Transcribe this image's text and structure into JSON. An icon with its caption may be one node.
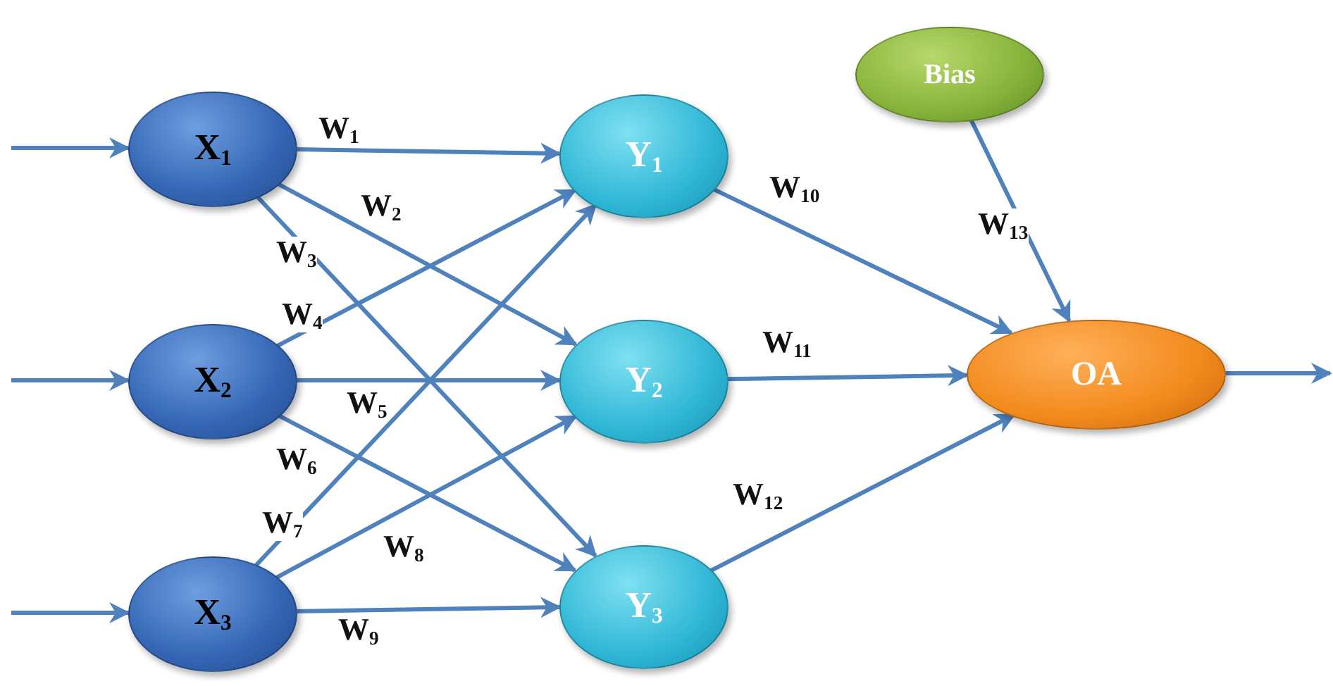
{
  "diagram": {
    "nodes": [
      {
        "text": [
          "X$_{1}$"
        ]
      },
      {
        "text": [
          "X$_{2}$"
        ]
      },
      {
        "text": [
          "X$_{3}$"
        ]
      },
      {
        "text": [
          "Y$_{1}$"
        ]
      },
      {
        "text": [
          "Y$_{2}$"
        ]
      },
      {
        "text": [
          "Y$_{3}$"
        ]
      },
      {
        "text": [
          "Bias"
        ]
      },
      {
        "text": [
          "OA"
        ]
      }
    ],
    "edges": [
      {
        "from": null,
        "to": 0,
        "arrow": "to"
      },
      {
        "from": null,
        "to": 1,
        "arrow": "to"
      },
      {
        "from": null,
        "to": 2,
        "arrow": "to"
      },
      {
        "from": 0,
        "to": 3,
        "arrow": "to",
        "label": "W$_{1}$"
      },
      {
        "from": 0,
        "to": 4,
        "arrow": "to",
        "label": "W$_{2}$"
      },
      {
        "from": 0,
        "to": 5,
        "arrow": "to",
        "label": "W$_{3}$"
      },
      {
        "from": 1,
        "to": 3,
        "arrow": "to",
        "label": "W$_{4}$"
      },
      {
        "from": 1,
        "to": 4,
        "arrow": "to",
        "label": "W$_{5}$"
      },
      {
        "from": 1,
        "to": 5,
        "arrow": "to",
        "label": "W$_{6}$"
      },
      {
        "from": 2,
        "to": 3,
        "arrow": "to",
        "label": "W$_{7}$"
      },
      {
        "from": 2,
        "to": 4,
        "arrow": "to",
        "label": "W$_{8}$"
      },
      {
        "from": 2,
        "to": 5,
        "arrow": "to",
        "label": "W$_{9}$"
      },
      {
        "from": 3,
        "to": 7,
        "arrow": "to",
        "label": "W$_{10}$"
      },
      {
        "from": 4,
        "to": 7,
        "arrow": "to",
        "label": "W$_{11}$"
      },
      {
        "from": 5,
        "to": 7,
        "arrow": "to",
        "label": "W$_{12}$"
      },
      {
        "from": 6,
        "to": 7,
        "arrow": "to",
        "label": "W$_{13}$"
      },
      {
        "from": 7,
        "to": null,
        "arrow": "to"
      }
    ]
  }
}
